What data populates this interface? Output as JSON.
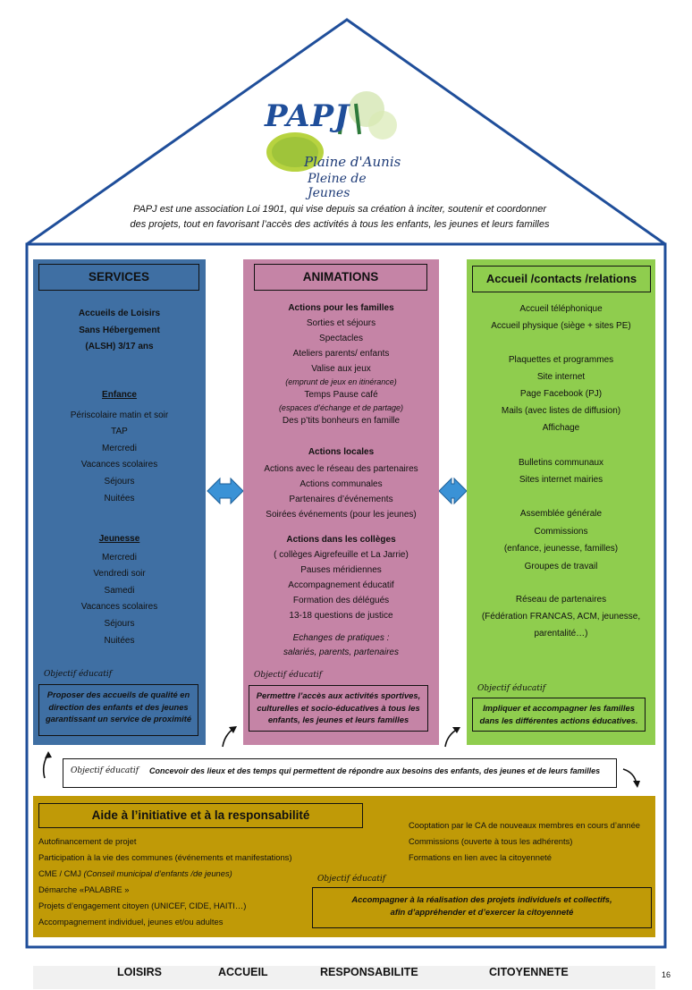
{
  "logo": {
    "mark": "PAPJ",
    "line1": "Plaine d'Aunis",
    "line2": "Pleine de Jeunes"
  },
  "intro": {
    "line1": "PAPJ est une association Loi 1901, qui vise depuis sa création à inciter, soutenir et coordonner",
    "line2": "des projets, tout en favorisant l’accès des activités à tous les enfants, les jeunes et leurs familles"
  },
  "colors": {
    "services": "#3f6fa3",
    "animations": "#c584a6",
    "accueil": "#8fcd4e",
    "initiative": "#c09a07",
    "arrow": "#3a92d6"
  },
  "services": {
    "title": "SERVICES",
    "alsh": [
      "Accueils de Loisirs",
      "Sans Hébergement",
      "(ALSH) 3/17 ans"
    ],
    "enfance_title": "Enfance",
    "enfance": [
      "Périscolaire matin et soir",
      "TAP",
      "Mercredi",
      "Vacances scolaires",
      "Séjours",
      "Nuitées"
    ],
    "jeunesse_title": "Jeunesse",
    "jeunesse": [
      "Mercredi",
      "Vendredi soir",
      "Samedi",
      "Vacances scolaires",
      "Séjours",
      "Nuitées"
    ],
    "objectif_label": "Objectif éducatif",
    "objectif": [
      "Proposer des accueils de qualité en",
      "direction des enfants et des jeunes",
      "garantissant un service de proximité"
    ]
  },
  "animations": {
    "title": "ANIMATIONS",
    "familles_title": "Actions pour les familles",
    "familles": [
      "Sorties et séjours",
      "Spectacles",
      "Ateliers parents/ enfants",
      "Valise aux jeux"
    ],
    "familles_note1": "(emprunt de jeux en itinérance)",
    "familles2": [
      "Temps Pause café"
    ],
    "familles_note2": "(espaces d’échange et de partage)",
    "familles3": "Des p’tits bonheurs en famille",
    "locales_title": "Actions locales",
    "locales": [
      "Actions avec le réseau des partenaires",
      "Actions communales",
      "Partenaires d’événements",
      "Soirées événements (pour les jeunes)"
    ],
    "colleges_title": "Actions dans les collèges",
    "colleges": [
      "( collèges Aigrefeuille et La Jarrie)",
      "Pauses méridiennes",
      "Accompagnement éducatif",
      "Formation des délégués",
      "13-18 questions de justice"
    ],
    "echanges": [
      "Echanges de pratiques :",
      "salariés, parents, partenaires"
    ],
    "objectif_label": "Objectif éducatif",
    "objectif": [
      "Permettre l’accès aux activités sportives,",
      "culturelles et socio-éducatives  à tous les",
      "enfants, les jeunes et leurs familles"
    ]
  },
  "accueil": {
    "title": "Accueil /contacts /relations",
    "group1": [
      "Accueil téléphonique",
      "Accueil physique (siège + sites PE)"
    ],
    "group2": [
      "Plaquettes et programmes",
      "Site internet",
      "Page Facebook (PJ)",
      "Mails (avec listes de diffusion)",
      "Affichage"
    ],
    "group3": [
      "Bulletins communaux",
      "Sites internet mairies"
    ],
    "group4": [
      "Assemblée générale",
      "Commissions",
      "(enfance, jeunesse, familles)",
      "Groupes de travail"
    ],
    "group5": [
      "Réseau de partenaires",
      "(Fédération FRANCAS, ACM, jeunesse,",
      "parentalité…)"
    ],
    "objectif_label": "Objectif éducatif",
    "objectif": [
      "Impliquer et accompagner les familles",
      "dans les différentes actions éducatives."
    ]
  },
  "band": {
    "label": "Objectif éducatif",
    "text": "Concevoir des lieux et des temps qui permettent de répondre aux besoins des enfants, des jeunes et de leurs familles"
  },
  "initiative": {
    "title": "Aide à l’initiative et à la responsabilité",
    "left": [
      "Autofinancement de projet",
      "Participation à la vie des communes (événements et manifestations)",
      "CME / CMJ",
      "Démarche «PALABRE »",
      "Projets d’engagement citoyen (UNICEF, CIDE, HAITI…)",
      "Accompagnement individuel, jeunes et/ou adultes"
    ],
    "cme_note": "(Conseil municipal d’enfants /de jeunes)",
    "right": [
      "Cooptation par le CA de nouveaux membres en cours d’année",
      "Commissions (ouverte à tous les adhérents)",
      "Formations en lien avec la citoyenneté"
    ],
    "objectif_label": "Objectif éducatif",
    "objectif": [
      "Accompagner à  la réalisation des projets individuels et collectifs,",
      "afin d’appréhender et d’exercer la citoyenneté"
    ]
  },
  "footer": {
    "loisirs": "LOISIRS",
    "accueil": "ACCUEIL",
    "responsabilite": "RESPONSABILITE",
    "citoyennete": "CITOYENNETE"
  },
  "page_number": "16"
}
